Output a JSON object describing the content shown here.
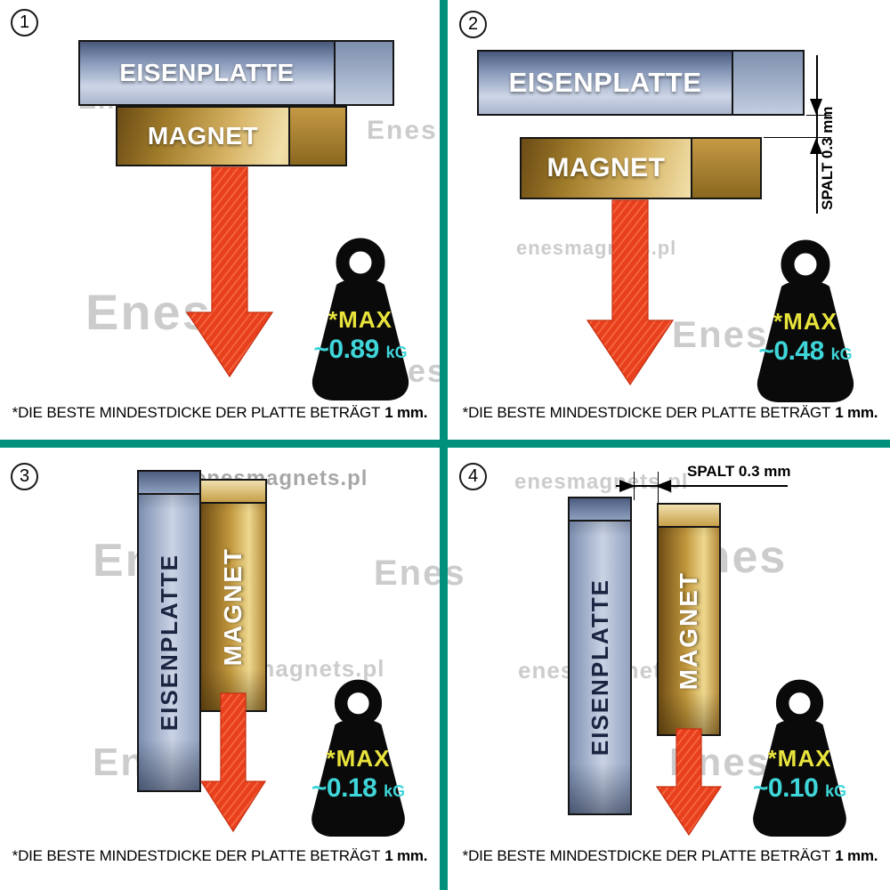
{
  "panels": {
    "p1": {
      "number": "1",
      "plate_label": "EISENPLATTE",
      "magnet_label": "MAGNET",
      "max_label": "*MAX",
      "weight_value": "~0.89",
      "weight_unit": "kG"
    },
    "p2": {
      "number": "2",
      "plate_label": "EISENPLATTE",
      "magnet_label": "MAGNET",
      "max_label": "*MAX",
      "weight_value": "~0.48",
      "weight_unit": "kG",
      "gap_label": "SPALT 0.3 mm"
    },
    "p3": {
      "number": "3",
      "plate_label": "EISENPLATTE",
      "magnet_label": "MAGNET",
      "max_label": "*MAX",
      "weight_value": "~0.18",
      "weight_unit": "kG"
    },
    "p4": {
      "number": "4",
      "plate_label": "EISENPLATTE",
      "magnet_label": "MAGNET",
      "max_label": "*MAX",
      "weight_value": "~0.10",
      "weight_unit": "kG",
      "gap_label": "SPALT 0.3 mm"
    }
  },
  "footer": {
    "text": "*DIE BESTE MINDESTDICKE DER PLATTE BETRÄGT",
    "bold": "1 mm."
  },
  "watermark": {
    "logo": "Enes",
    "site": "enesmagnets.pl"
  },
  "colors": {
    "divider": "#00917c",
    "arrow_red": "#e83f1d",
    "max_yellow": "#e9e43c",
    "value_cyan": "#3fd6d9"
  }
}
